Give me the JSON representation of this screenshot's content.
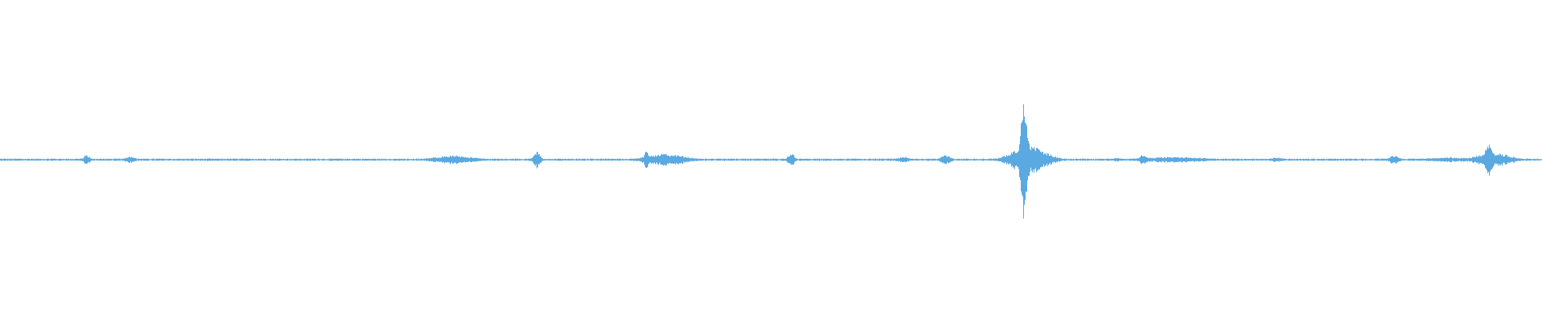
{
  "waveform": {
    "color": "#5aa9e0",
    "background": "#ffffff",
    "baseline_level": 0.0,
    "events": [
      {
        "t": 0.056,
        "amp": 0.02,
        "spread": 0.002
      },
      {
        "t": 0.084,
        "amp": 0.015,
        "spread": 0.003
      },
      {
        "t": 0.294,
        "amp": 0.018,
        "spread": 0.012
      },
      {
        "t": 0.348,
        "amp": 0.035,
        "spread": 0.002
      },
      {
        "t": 0.419,
        "amp": 0.05,
        "spread": 0.001
      },
      {
        "t": 0.431,
        "amp": 0.025,
        "spread": 0.012
      },
      {
        "t": 0.513,
        "amp": 0.03,
        "spread": 0.002
      },
      {
        "t": 0.586,
        "amp": 0.012,
        "spread": 0.004
      },
      {
        "t": 0.613,
        "amp": 0.02,
        "spread": 0.003
      },
      {
        "t": 0.664,
        "amp": 0.26,
        "spread": 0.002
      },
      {
        "t": 0.667,
        "amp": 0.06,
        "spread": 0.01
      },
      {
        "t": 0.724,
        "amp": 0.01,
        "spread": 0.002
      },
      {
        "t": 0.741,
        "amp": 0.025,
        "spread": 0.002
      },
      {
        "t": 0.76,
        "amp": 0.012,
        "spread": 0.02
      },
      {
        "t": 0.828,
        "amp": 0.01,
        "spread": 0.004
      },
      {
        "t": 0.904,
        "amp": 0.018,
        "spread": 0.003
      },
      {
        "t": 0.94,
        "amp": 0.01,
        "spread": 0.015
      },
      {
        "t": 0.965,
        "amp": 0.08,
        "spread": 0.002
      },
      {
        "t": 0.968,
        "amp": 0.03,
        "spread": 0.01
      }
    ]
  }
}
